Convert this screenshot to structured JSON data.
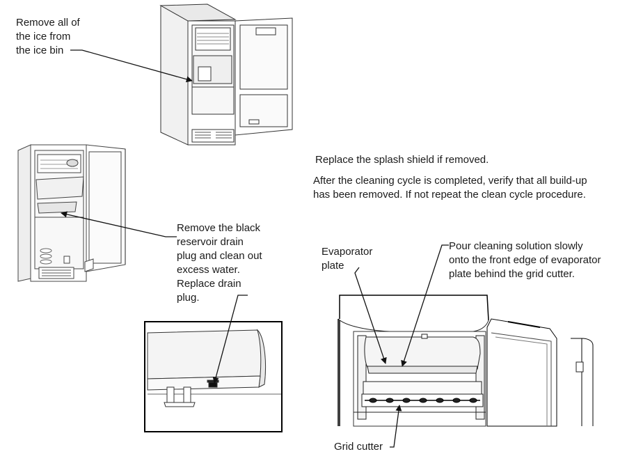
{
  "callouts": {
    "remove_ice": "Remove all of\nthe ice from\nthe ice bin",
    "drain_plug": "Remove the black\nreservoir drain\nplug and clean out\nexcess water.\nReplace drain\nplug.",
    "splash_shield": "Replace the splash shield if removed.",
    "verify_cleaning": "After the cleaning cycle is completed, verify that all build-up\nhas been removed. If not repeat the clean cycle procedure.",
    "evaporator_plate": "Evaporator\nplate",
    "pour_solution": "Pour cleaning solution slowly\nonto the front edge of evaporator\nplate behind the grid cutter.",
    "grid_cutter": "Grid cutter"
  },
  "figures": {
    "fig1": "ice-maker-door-open-ice-bin",
    "fig2": "ice-maker-bin-removed-reservoir",
    "fig3": "reservoir-drain-plug-closeup",
    "fig4": "evaporator-plate-and-grid-cutter"
  }
}
